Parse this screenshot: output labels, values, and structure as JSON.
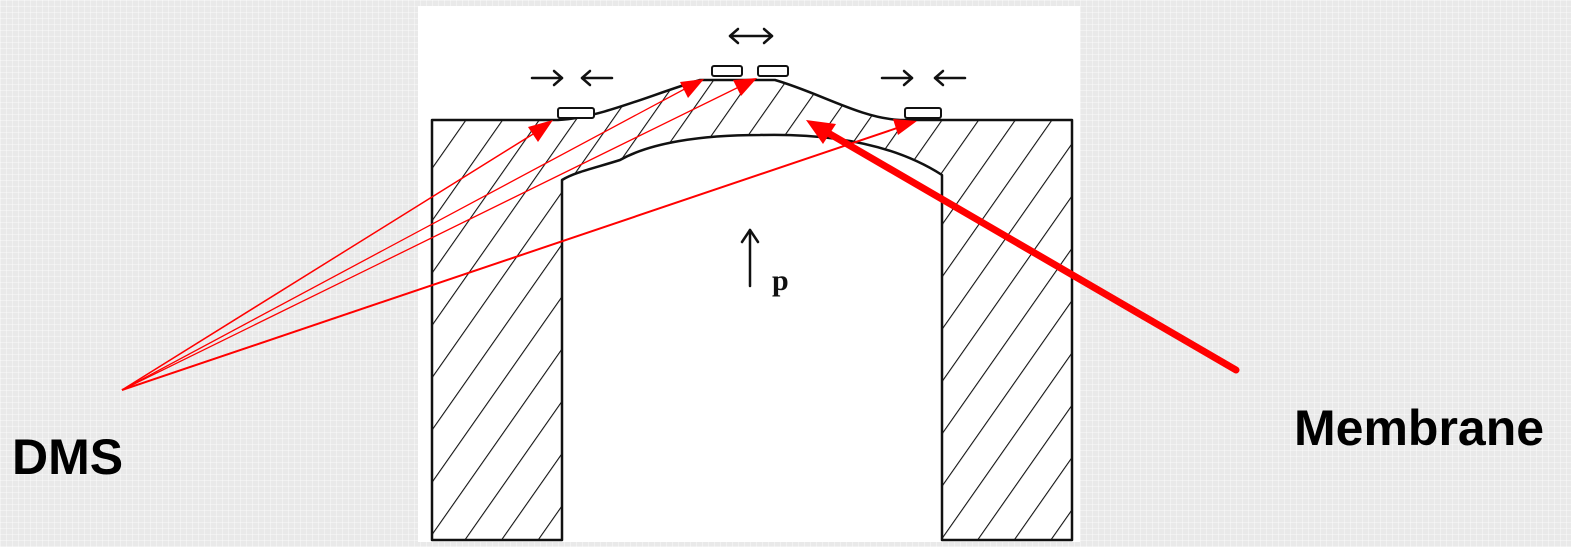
{
  "labels": {
    "left": "DMS",
    "right": "Membrane",
    "pressure": "p"
  },
  "colors": {
    "background": "#e9e9e9",
    "annotation": "#ff0000",
    "drawing": "#111111"
  }
}
